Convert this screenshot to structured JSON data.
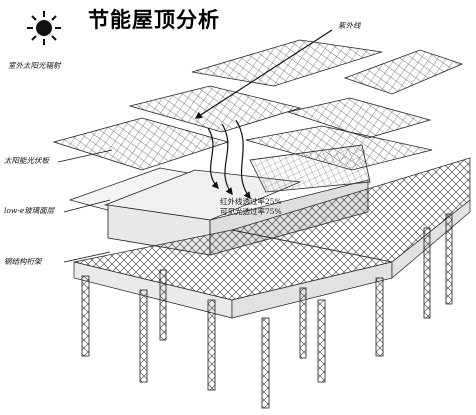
{
  "title": "节能屋顶分析",
  "icons": {
    "sun": "sun-icon"
  },
  "labels": {
    "solar_radiation": "室外太阳光辐射",
    "uv": "紫外线",
    "pv_panel": "太阳能光伏板",
    "lowe_glass": "low-e玻璃面层",
    "steel_truss": "钢结构桁架"
  },
  "notes": {
    "ir_transmittance": "红外线透过率25%",
    "visible_transmittance": "可见光透过率75%"
  },
  "colors": {
    "line": "#1a1a1a",
    "panel": "#f4f4f4",
    "grid": "#444444"
  }
}
